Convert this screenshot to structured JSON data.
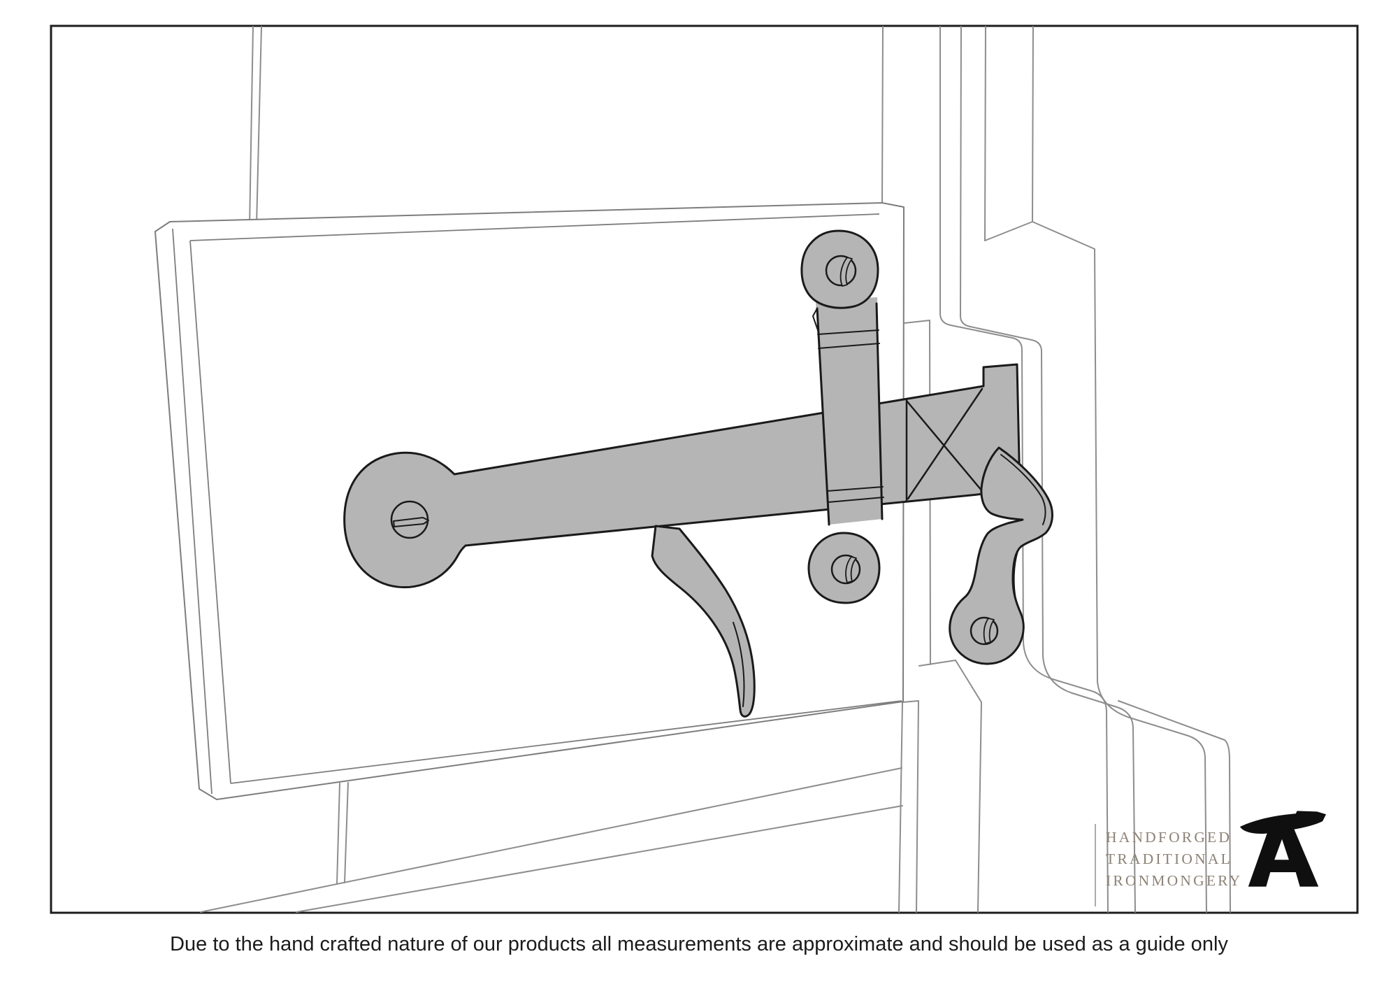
{
  "page": {
    "background": "#ffffff",
    "border_color": "#1d1d1d"
  },
  "caption": {
    "text": "Due to the hand crafted nature of our products all measurements are approximate and should be used as a guide only"
  },
  "logo": {
    "lines": [
      "HANDFORGED",
      "TRADITIONAL",
      "IRONMONGERY"
    ],
    "text_color": "#8c8376",
    "icon": "anvil-icon",
    "icon_color": "#0f0f0f"
  },
  "illustration": {
    "subject": "line drawing of a hand forged thumb latch set fitted to a ledged door and frame",
    "hardware_fill": "#b5b5b5",
    "hardware_outline": "#1a1a1a",
    "door_line_color": "#8d8d8d",
    "backplate_line_color": "#7d7d7d"
  }
}
